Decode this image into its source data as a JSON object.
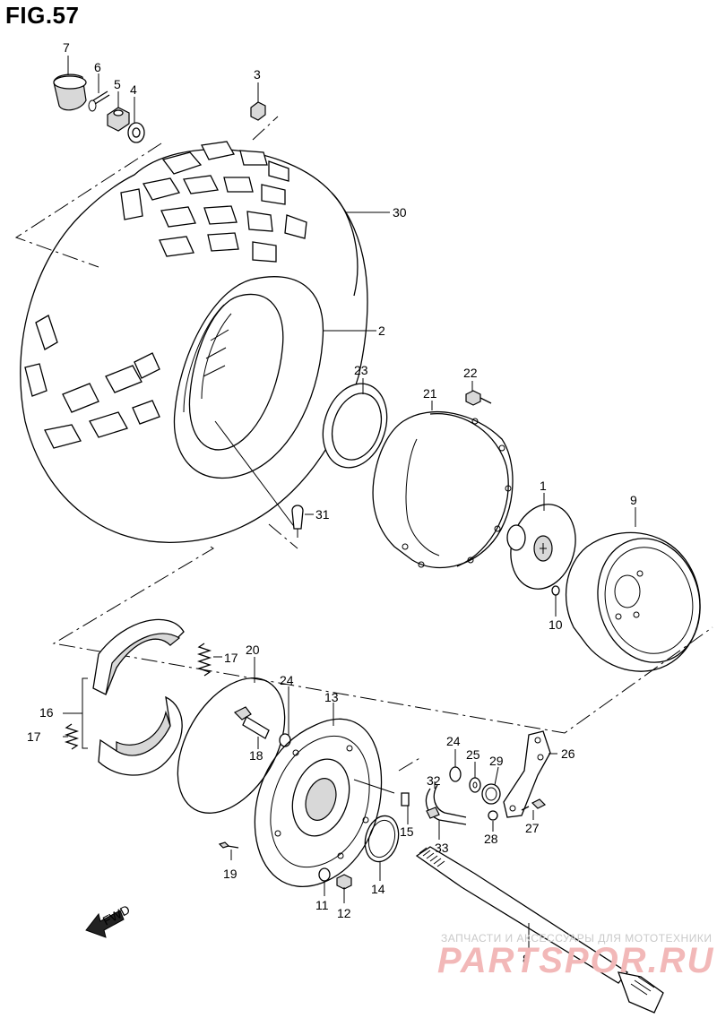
{
  "figure": {
    "title": "FIG.57"
  },
  "callouts": {
    "c1": "1",
    "c2": "2",
    "c3": "3",
    "c4": "4",
    "c5": "5",
    "c6": "6",
    "c7": "7",
    "c8": "8",
    "c9": "9",
    "c10": "10",
    "c11": "11",
    "c12": "12",
    "c13": "13",
    "c14": "14",
    "c15": "15",
    "c16": "16",
    "c17a": "17",
    "c17b": "17",
    "c18": "18",
    "c19": "19",
    "c20": "20",
    "c21": "21",
    "c22": "22",
    "c23": "23",
    "c24a": "24",
    "c24b": "24",
    "c25": "25",
    "c26": "26",
    "c27": "27",
    "c28": "28",
    "c29": "29",
    "c30": "30",
    "c31": "31",
    "c32": "32",
    "c33": "33"
  },
  "indicator": {
    "fwd": "FWD"
  },
  "watermark": {
    "tagline": "ЗАПЧАСТИ И АКСЕССУАРЫ ДЛЯ МОТОТЕХНИКИ",
    "brand": "PARTSPOR.RU"
  }
}
